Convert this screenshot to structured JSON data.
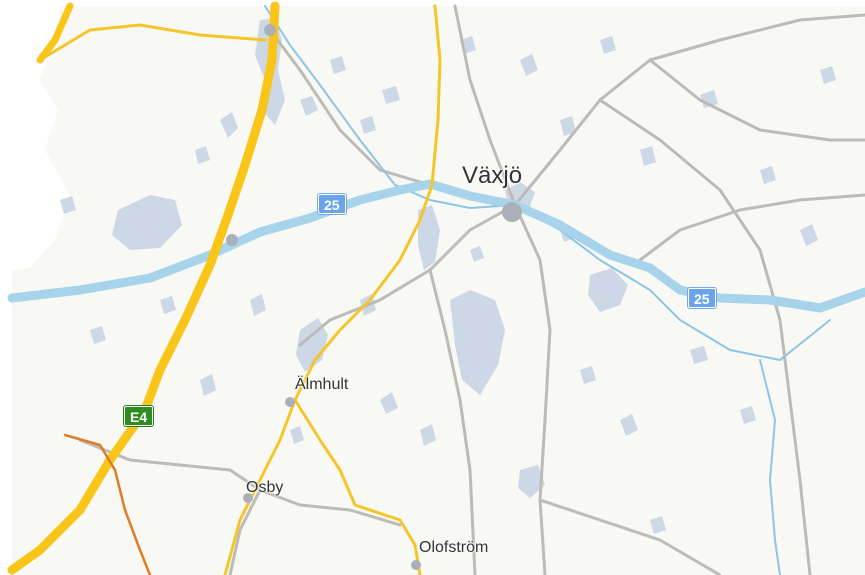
{
  "colors": {
    "land": "#f8f8f5",
    "water": "#cdd8e6",
    "national_road": "#a7d4ea",
    "railway": "#8cc6e4",
    "motorway": "#f9c518",
    "regional_road": "#f5c62a",
    "orange_road": "#e07d24",
    "minor_road": "#bdbbb8",
    "shield_national": "#6aa4ea",
    "shield_european": "#2f8c1f"
  },
  "places": {
    "vaxjo": "Växjö",
    "almhult": "Älmhult",
    "osby": "Osby",
    "olofstrom": "Olofström"
  },
  "shields": {
    "rv25_west": "25",
    "rv25_east": "25",
    "e4": "E4"
  }
}
